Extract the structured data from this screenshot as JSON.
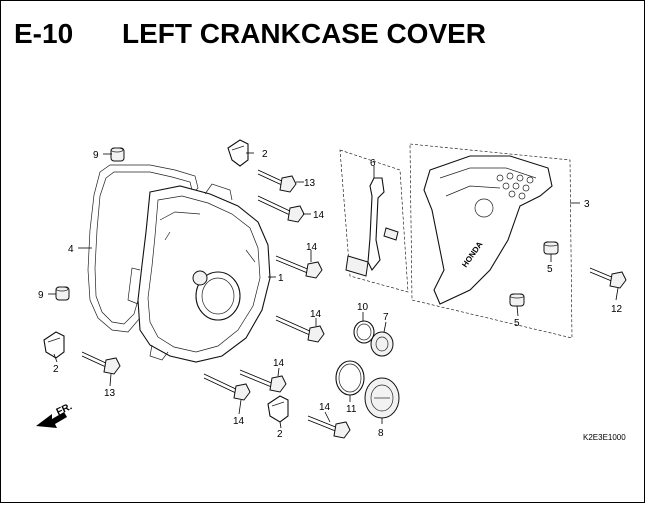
{
  "header": {
    "code": "E-10",
    "title": "LEFT CRANKCASE COVER"
  },
  "callouts": [
    {
      "id": "c9a",
      "label": "9"
    },
    {
      "id": "c2a",
      "label": "2"
    },
    {
      "id": "c13a",
      "label": "13"
    },
    {
      "id": "c6",
      "label": "6"
    },
    {
      "id": "c14a",
      "label": "14"
    },
    {
      "id": "c3",
      "label": "3"
    },
    {
      "id": "c4",
      "label": "4"
    },
    {
      "id": "c14b",
      "label": "14"
    },
    {
      "id": "c1",
      "label": "1"
    },
    {
      "id": "c5a",
      "label": "5"
    },
    {
      "id": "c12",
      "label": "12"
    },
    {
      "id": "c9b",
      "label": "9"
    },
    {
      "id": "c10",
      "label": "10"
    },
    {
      "id": "c14c",
      "label": "14"
    },
    {
      "id": "c7",
      "label": "7"
    },
    {
      "id": "c5b",
      "label": "5"
    },
    {
      "id": "c2b",
      "label": "2"
    },
    {
      "id": "c13b",
      "label": "13"
    },
    {
      "id": "c14d",
      "label": "14"
    },
    {
      "id": "c11",
      "label": "11"
    },
    {
      "id": "c14e",
      "label": "14"
    },
    {
      "id": "c14f",
      "label": "14"
    },
    {
      "id": "c2c",
      "label": "2"
    },
    {
      "id": "c8",
      "label": "8"
    }
  ],
  "direction_marker": {
    "label": "FR."
  },
  "cover_brand": "HONDA",
  "drawing_code": "K2E3E1000"
}
